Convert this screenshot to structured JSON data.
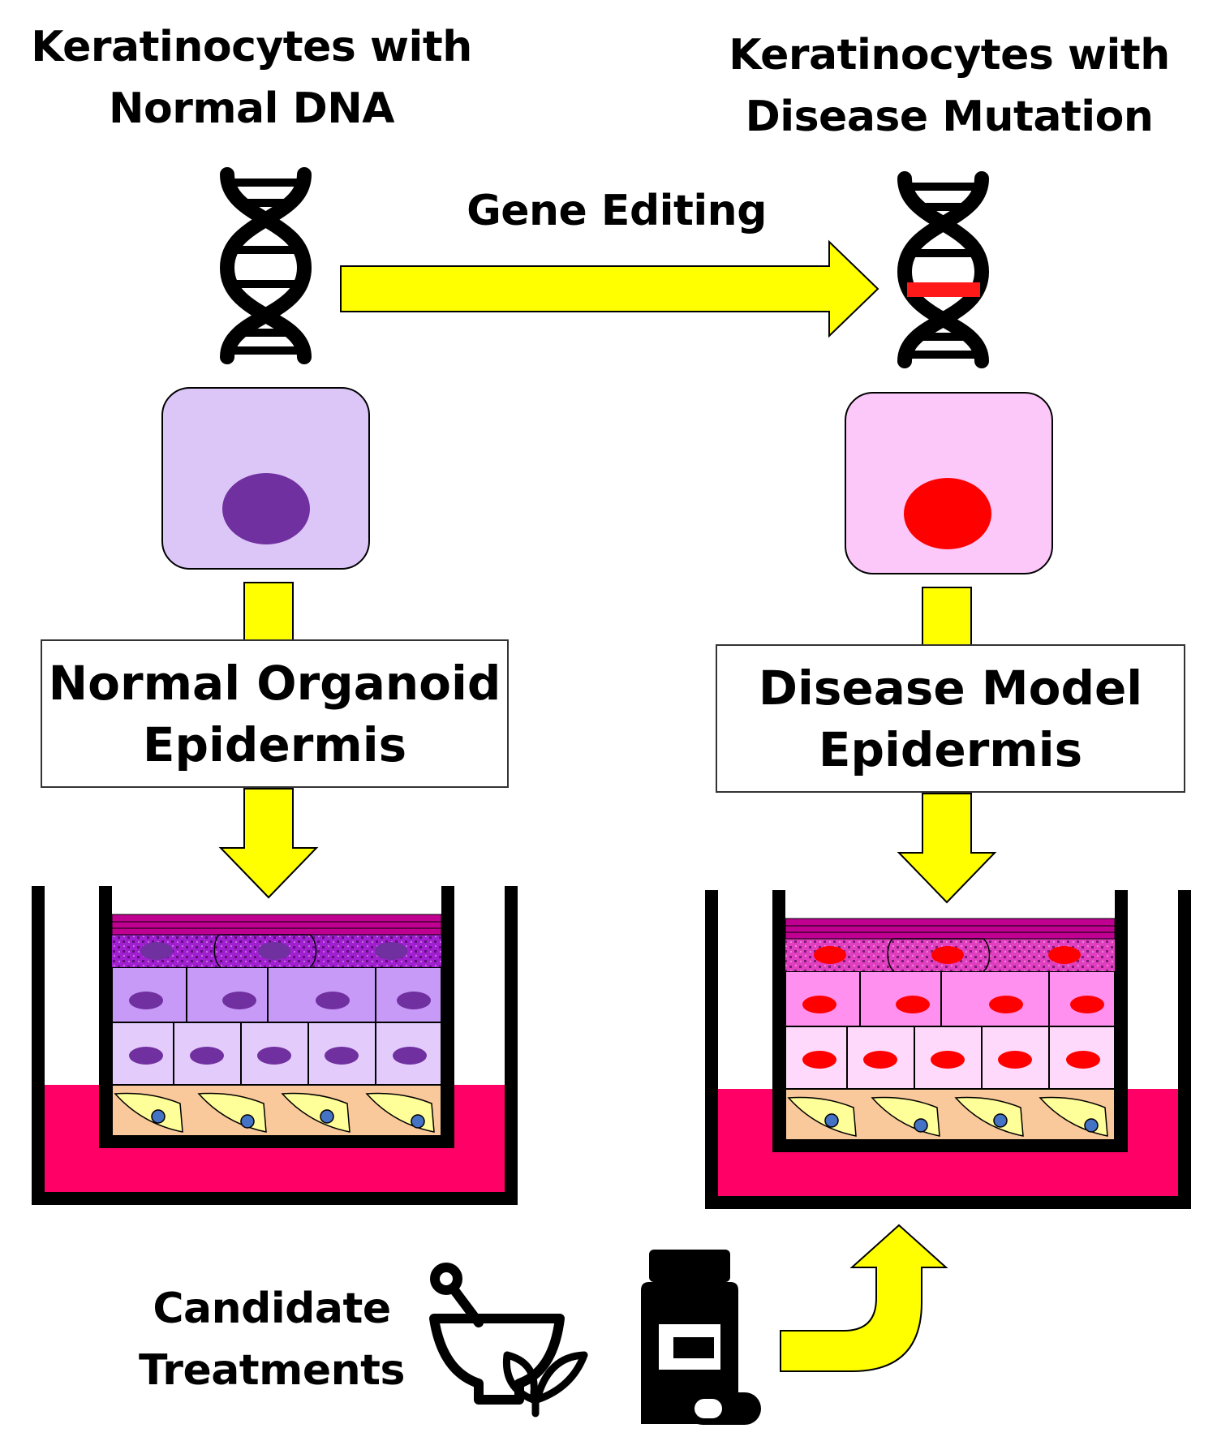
{
  "labels": {
    "normal_title": [
      "Keratinocytes with",
      "Normal DNA"
    ],
    "disease_title": [
      "Keratinocytes with",
      "Disease Mutation"
    ],
    "gene_editing": "Gene Editing",
    "normal_box": [
      "Normal Organoid",
      "Epidermis"
    ],
    "disease_box": [
      "Disease Model",
      "Epidermis"
    ],
    "candidate": [
      "Candidate",
      "Treatments"
    ]
  },
  "colors": {
    "arrow_yellow": "#ffff00",
    "mutation_red": "#ff1a1a",
    "normal_cell_fill": "#dcc6f8",
    "normal_nucleus": "#7030a0",
    "disease_cell_fill": "#fcc8fa",
    "disease_nucleus": "#ff0000",
    "medium": "#ff0066",
    "dermis": "#f9c89b",
    "fibroblast": "#ffff99",
    "fibroblast_nucleus": "#4472c4",
    "cornified": "#c00090",
    "normal_granular": "#a020d0",
    "normal_spinous": "#c89af8",
    "normal_basal": "#e3ccfb",
    "disease_granular": "#e040c0",
    "disease_spinous": "#ff90f0",
    "disease_basal": "#ffd9fb"
  },
  "icons": [
    "dna-helix-icon",
    "dna-helix-mutated-icon",
    "mortar-pestle-icon",
    "leaf-icon",
    "medicine-bottle-icon",
    "pill-capsule-icon",
    "curved-arrow-icon"
  ]
}
